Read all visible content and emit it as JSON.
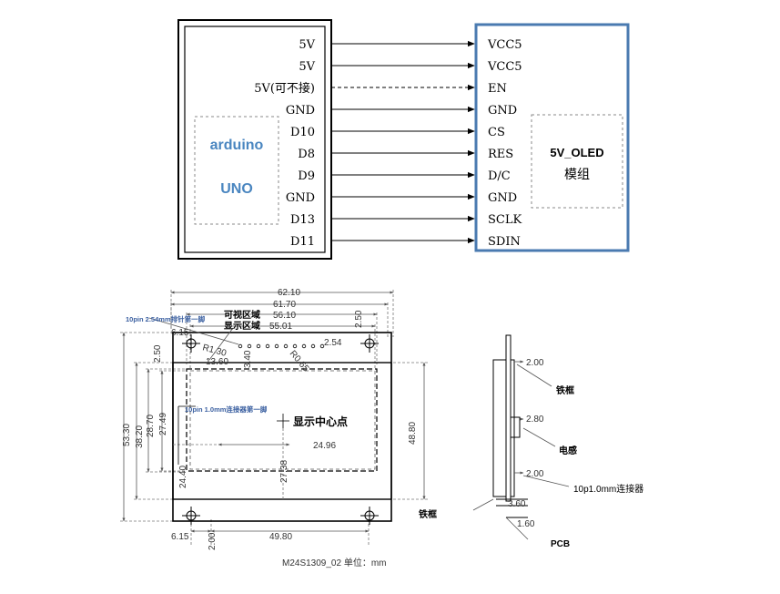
{
  "wiring": {
    "arduino_label_1": "arduino",
    "arduino_label_2": "UNO",
    "module_label_1": "5V_OLED",
    "module_label_2": "模组",
    "connections": [
      {
        "from": "5V",
        "to": "VCC5",
        "line": "solid"
      },
      {
        "from": "5V",
        "to": "VCC5",
        "line": "solid"
      },
      {
        "from": "5V(可不接)",
        "to": "EN",
        "line": "dashed"
      },
      {
        "from": "GND",
        "to": "GND",
        "line": "solid"
      },
      {
        "from": "D10",
        "to": "CS",
        "line": "solid"
      },
      {
        "from": "D8",
        "to": "RES",
        "line": "solid"
      },
      {
        "from": "D9",
        "to": "D/C",
        "line": "solid"
      },
      {
        "from": "GND",
        "to": "GND",
        "line": "solid"
      },
      {
        "from": "D13",
        "to": "SCLK",
        "line": "solid"
      },
      {
        "from": "D11",
        "to": "SDIN",
        "line": "solid"
      }
    ],
    "colors": {
      "arduino_box": "#000000",
      "module_box": "#4a7ab0",
      "label_blue": "#4a86c0"
    }
  },
  "mechanical": {
    "dim_top_1": "62.10",
    "dim_top_2": "61.70",
    "dim_visible": "56.10",
    "dim_display": "55.01",
    "label_visible_area": "可视区域",
    "label_display_area": "显示区域",
    "label_pin1_header": "10pin 2.54mm排针第一脚",
    "dim_615_top": "6.15",
    "dim_250_right": "2.50",
    "dim_254": "2.54",
    "dim_r130": "R1.30",
    "dim_250_left": "2.50",
    "dim_1360": "13.60",
    "dim_340": "3.40",
    "dim_r065": "R0.65",
    "label_pin1_connector": "10pin 1.0mm连接器第一脚",
    "label_center": "显示中心点",
    "dim_2496": "24.96",
    "dim_5330": "53.30",
    "dim_3820": "38.20",
    "dim_2870": "28.70",
    "dim_2749": "27.49",
    "dim_4880": "48.80",
    "dim_2738": "27.38",
    "dim_2440": "24.40",
    "dim_615_bottom": "6.15",
    "dim_200_bottom": "2.00",
    "dim_4980": "49.80",
    "side_dim_200_a": "2.00",
    "side_label_frame": "铁框",
    "side_dim_280": "2.80",
    "side_label_inductor": "电感",
    "side_dim_200_b": "2.00",
    "side_label_connector": "10p1.0mm连接器",
    "side_label_frame_2": "铁框",
    "side_dim_360": "3.60",
    "side_dim_160": "1.60",
    "side_label_pcb": "PCB",
    "caption": "M24S1309_02 单位：mm"
  }
}
